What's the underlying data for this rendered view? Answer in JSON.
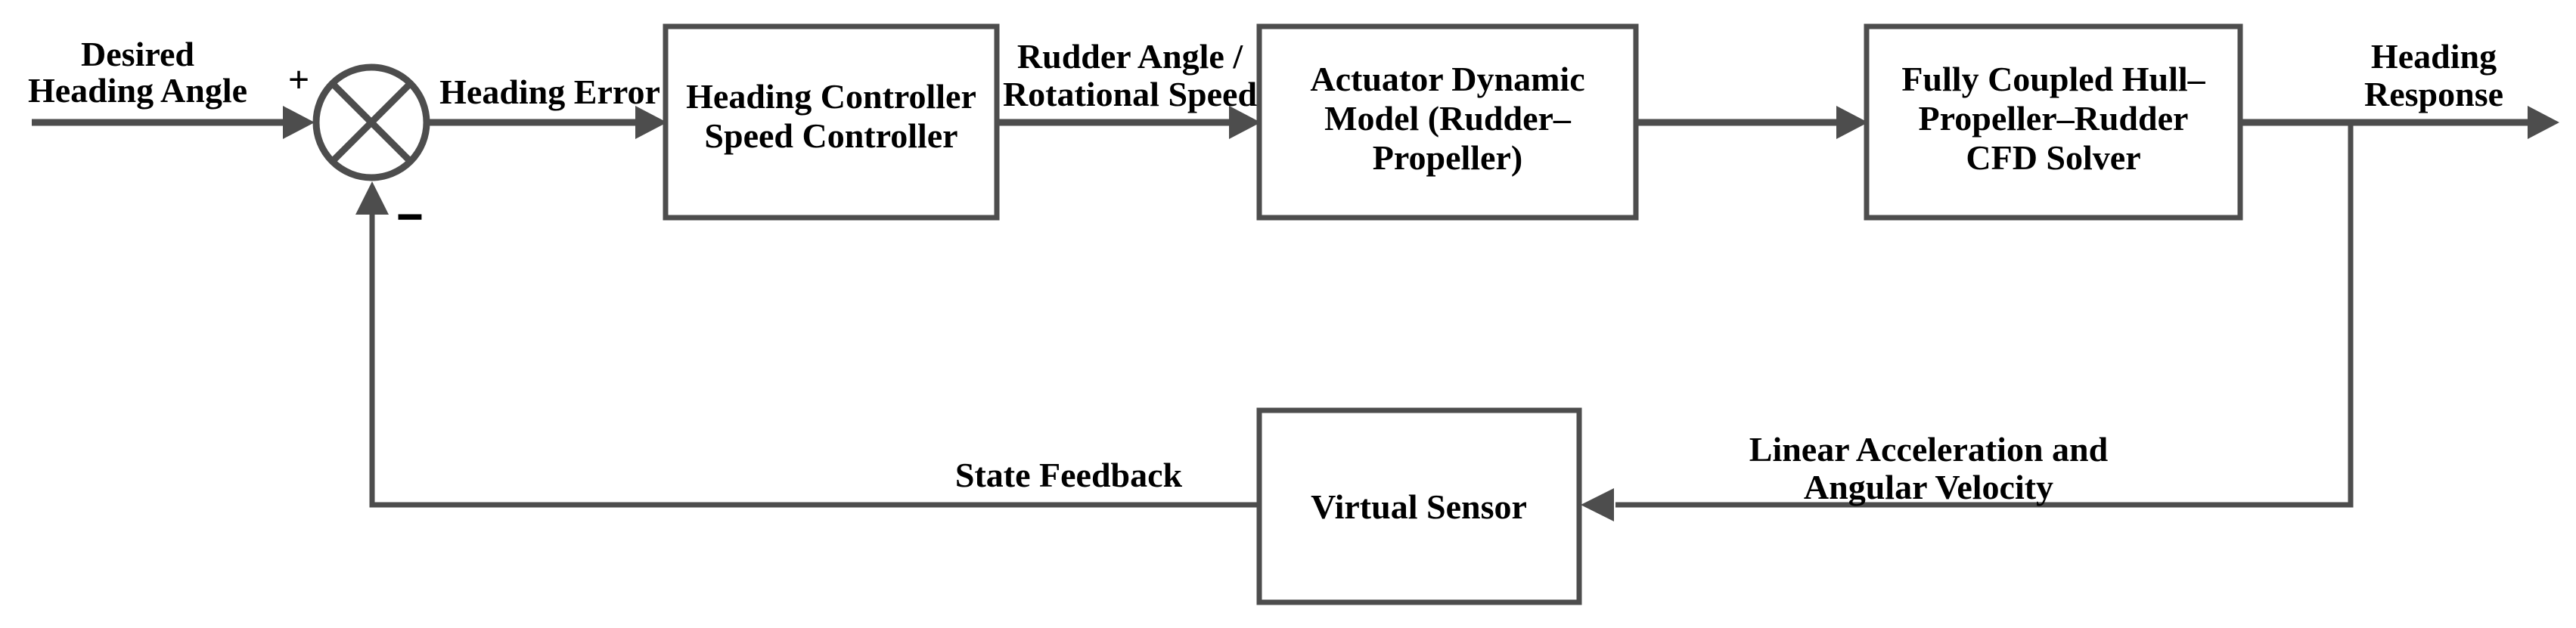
{
  "diagram": {
    "background": "#ffffff",
    "wire_color": "#4d4d4d",
    "text_color": "#000000",
    "blocks": {
      "heading_controller": {
        "line1": "Heading Controller",
        "line2": "Speed Controller"
      },
      "actuator_model": {
        "line1": "Actuator Dynamic",
        "line2": "Model (Rudder–",
        "line3": "Propeller)"
      },
      "cfd_solver": {
        "line1": "Fully Coupled Hull–",
        "line2": "Propeller–Rudder",
        "line3": "CFD Solver"
      },
      "virtual_sensor": {
        "line1": "Virtual Sensor"
      }
    },
    "signals": {
      "desired_heading": {
        "line1": "Desired",
        "line2": "Heading Angle"
      },
      "heading_error": "Heading Error",
      "rudder_angle": {
        "line1": "Rudder Angle /",
        "line2": "Rotational Speed"
      },
      "heading_response": {
        "line1": "Heading",
        "line2": "Response"
      },
      "state_feedback": "State Feedback",
      "sensor_input": {
        "line1": "Linear Acceleration and",
        "line2": "Angular Velocity"
      }
    },
    "summing_junction": {
      "plus": "+",
      "minus": "−"
    }
  }
}
